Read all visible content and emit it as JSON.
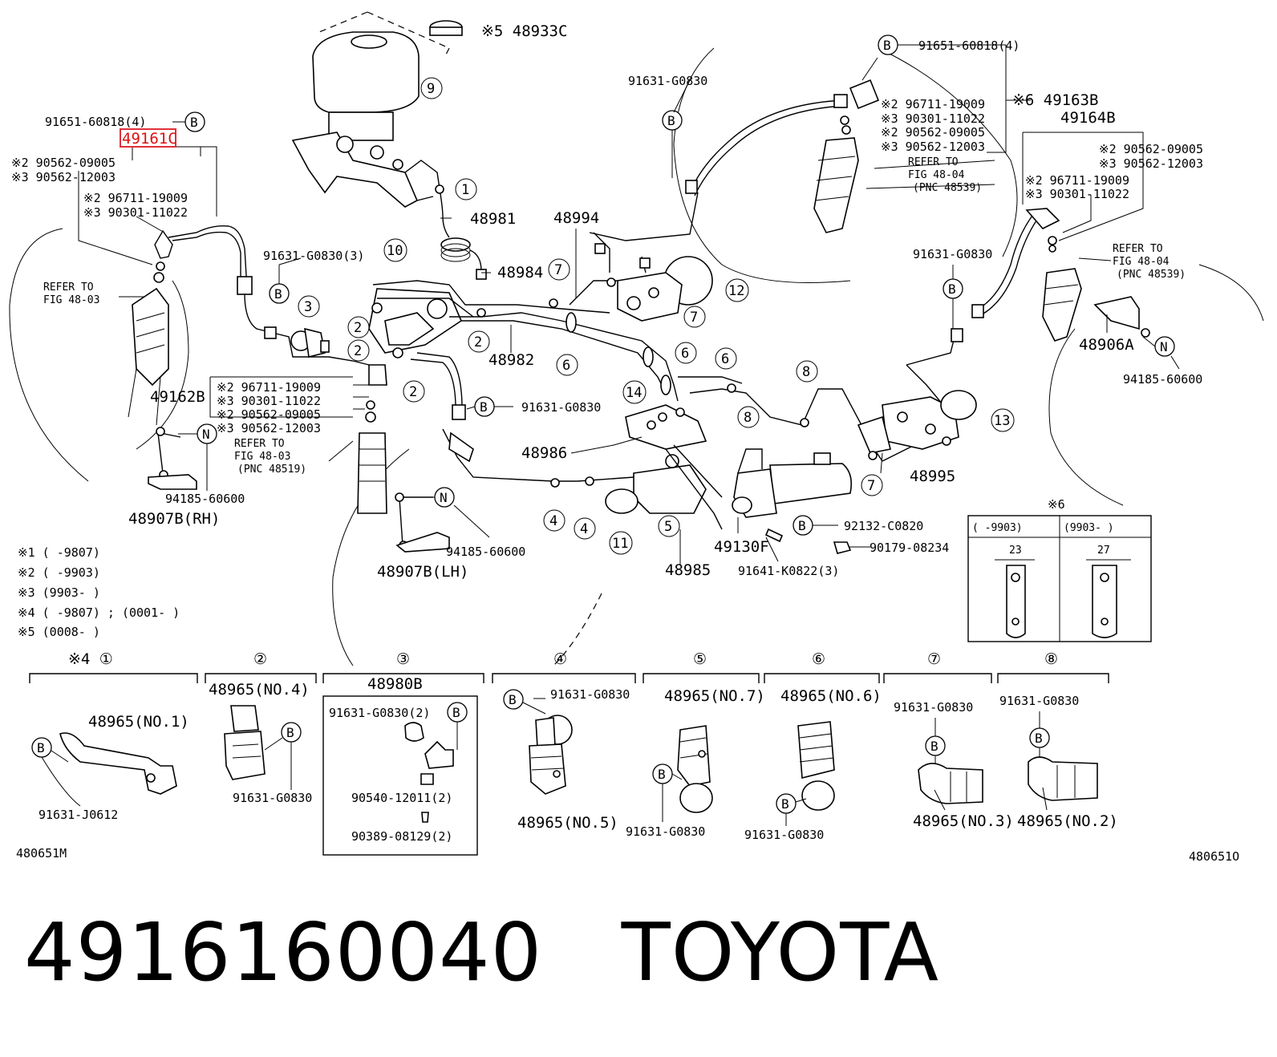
{
  "diagram": {
    "highlight_part": "49161C",
    "ref_codes": {
      "left": "480651M",
      "right": "480651O"
    },
    "labels": {
      "p48933c": "※5 48933C",
      "p91651_l": "91651-60818(4)",
      "p90562_09005_l": "※2 90562-09005",
      "p90562_12003_l": "※3 90562-12003",
      "p96711_l": "※2 96711-19009",
      "p90301_l": "※3 90301-11022",
      "refer_l1": "REFER TO",
      "refer_l2": "FIG 48-03",
      "p91631_3": "91631-G0830(3)",
      "p48981": "48981",
      "p48984": "48984",
      "p48982": "48982",
      "p48994": "48994",
      "p91631_top": "91631-G0830",
      "p91651_r": "91651-60818(4)",
      "p96711_r1": "※2 96711-19009",
      "p90301_r1": "※3 90301-11022",
      "p90562_09005_r1": "※2 90562-09005",
      "p90562_12003_r1": "※3 90562-12003",
      "refer_r1_1": "REFER TO",
      "refer_r1_2": "FIG 48-04",
      "refer_r1_3": "(PNC 48539)",
      "p49163b": "※6 49163B",
      "p49164b": "49164B",
      "p90562_09005_r2": "※2 90562-09005",
      "p90562_12003_r2": "※3 90562-12003",
      "p96711_r2": "※2 96711-19009",
      "p90301_r2": "※3 90301-11022",
      "p91631_r": "91631-G0830",
      "refer_r2_1": "REFER TO",
      "refer_r2_2": "FIG 48-04",
      "refer_r2_3": "(PNC 48539)",
      "p48906a": "48906A",
      "p94185_r": "94185-60600",
      "p49162b": "49162B",
      "p96711_m": "※2 96711-19009",
      "p90301_m": "※3 90301-11022",
      "p90562_09005_m": "※2 90562-09005",
      "p90562_12003_m": "※3 90562-12003",
      "refer_m1": "REFER TO",
      "refer_m2": "FIG 48-03",
      "refer_m3": "(PNC 48519)",
      "p94185_l": "94185-60600",
      "p48907b_rh": "48907B(RH)",
      "p91631_mid": "91631-G0830",
      "p48986": "48986",
      "p48995": "48995",
      "p94185_m": "94185-60600",
      "p48907b_lh": "48907B(LH)",
      "p92132": "92132-C0820",
      "p90179": "90179-08234",
      "p49130f": "49130F",
      "p48985": "48985",
      "p91641": "91641-K0822(3)",
      "note_x6": "※6",
      "note_x6_c1": "(     -9903)",
      "note_x6_c2": "(9903-     )",
      "note_x6_d1": "23",
      "note_x6_d2": "27"
    },
    "notes": [
      "※1 (      -9807)",
      "※2 (      -9903)",
      "※3 (9903-      )",
      "※4 (      -9807) ; (0001-      )",
      "※5 (0008-      )"
    ],
    "detail_boxes": [
      {
        "mark": "※4 ①",
        "part": "48965(NO.1)",
        "bolt": "91631-J0612"
      },
      {
        "mark": "②",
        "part": "48965(NO.4)",
        "bolt": "91631-G0830"
      },
      {
        "mark": "③",
        "part": "48980B",
        "bolt": "91631-G0830(2)",
        "extra1": "90540-12011(2)",
        "extra2": "90389-08129(2)"
      },
      {
        "mark": "④",
        "part": "48965(NO.5)",
        "bolt": "91631-G0830"
      },
      {
        "mark": "⑤",
        "part": "48965(NO.7)",
        "bolt": "91631-G0830"
      },
      {
        "mark": "⑥",
        "part": "48965(NO.6)",
        "bolt": "91631-G0830"
      },
      {
        "mark": "⑦",
        "part": "48965(NO.3)",
        "bolt": "91631-G0830"
      },
      {
        "mark": "⑧",
        "part": "48965(NO.2)",
        "bolt": "91631-G0830"
      }
    ]
  },
  "footer": {
    "part_number": "4916160040",
    "brand": "TOYOTA"
  }
}
